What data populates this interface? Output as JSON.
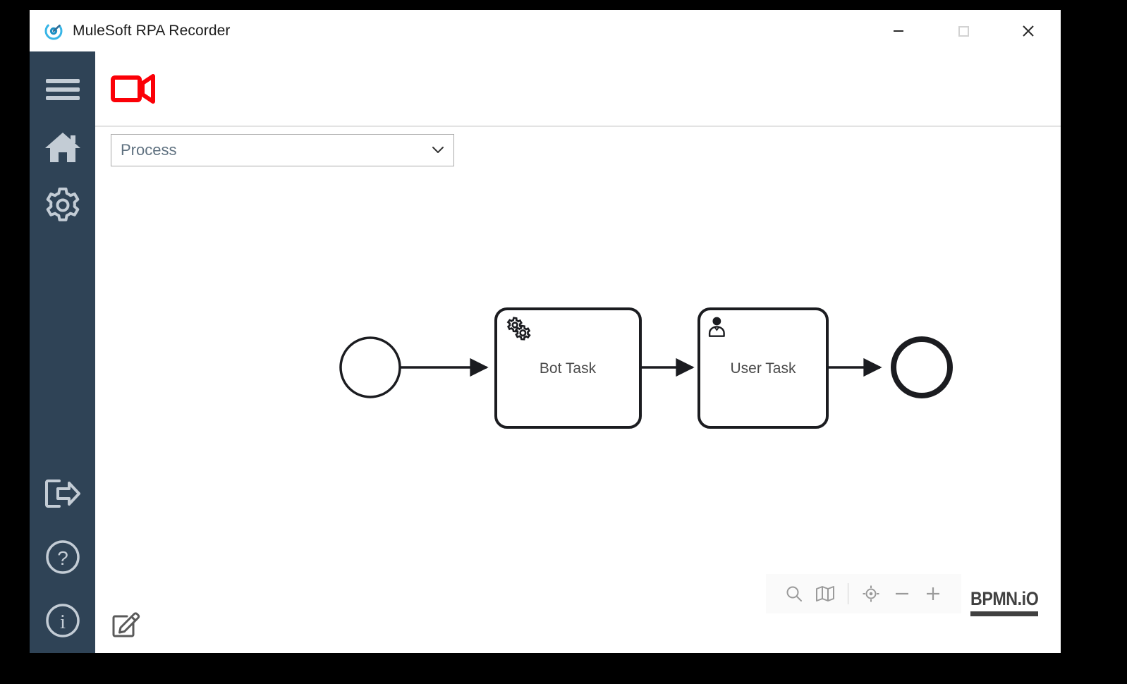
{
  "window": {
    "title": "MuleSoft RPA Recorder",
    "logo_icon": "mulesoft-target-logo",
    "controls": [
      {
        "name": "minimize",
        "icon": "minimize-icon",
        "glyph": "—"
      },
      {
        "name": "maximize",
        "icon": "maximize-icon",
        "glyph": "□"
      },
      {
        "name": "close",
        "icon": "close-icon",
        "glyph": "✕"
      }
    ]
  },
  "sidebar": {
    "background": "#2f4356",
    "icon_color": "#c3ccd5",
    "top_items": [
      {
        "name": "menu",
        "icon": "hamburger-menu-icon",
        "label": "Menu"
      },
      {
        "name": "home",
        "icon": "home-icon",
        "label": "Home"
      },
      {
        "name": "settings",
        "icon": "gear-icon",
        "label": "Settings"
      }
    ],
    "bottom_items": [
      {
        "name": "logout",
        "icon": "logout-icon",
        "label": "Log out"
      },
      {
        "name": "help",
        "icon": "question-circle-icon",
        "label": "Help"
      },
      {
        "name": "about",
        "icon": "info-circle-icon",
        "label": "About"
      }
    ]
  },
  "toolbar": {
    "record_icon": "video-camera-record-icon",
    "record_color": "#fb0007",
    "record_label": "Record"
  },
  "process_select": {
    "value": "Process",
    "placeholder": "Process",
    "chevron_icon": "chevron-down-icon",
    "options": [
      "Process"
    ]
  },
  "diagram": {
    "type": "bpmn",
    "elements": [
      {
        "id": "start",
        "type": "start-event",
        "label": ""
      },
      {
        "id": "bot_task",
        "type": "service-task",
        "label": "Bot Task",
        "marker_icon": "gears-icon"
      },
      {
        "id": "user_task",
        "type": "user-task",
        "label": "User Task",
        "marker_icon": "person-icon"
      },
      {
        "id": "end",
        "type": "end-event",
        "label": ""
      }
    ],
    "flows": [
      {
        "from": "start",
        "to": "bot_task"
      },
      {
        "from": "bot_task",
        "to": "user_task"
      },
      {
        "from": "user_task",
        "to": "end"
      }
    ],
    "bot_task_label": "Bot Task",
    "user_task_label": "User Task"
  },
  "canvas_palette": {
    "buttons": [
      {
        "name": "search",
        "icon": "search-icon",
        "label": "Search"
      },
      {
        "name": "minimap",
        "icon": "map-icon",
        "label": "Toggle minimap"
      },
      {
        "name": "fit-viewport",
        "icon": "crosshair-target-icon",
        "label": "Reset zoom"
      },
      {
        "name": "zoom-out",
        "icon": "minus-icon",
        "label": "Zoom out"
      },
      {
        "name": "zoom-in",
        "icon": "plus-icon",
        "label": "Zoom in"
      }
    ]
  },
  "attribution": {
    "text": "BPMN.iO"
  },
  "edit_tool": {
    "icon": "edit-pencil-square-icon",
    "label": "Edit"
  }
}
